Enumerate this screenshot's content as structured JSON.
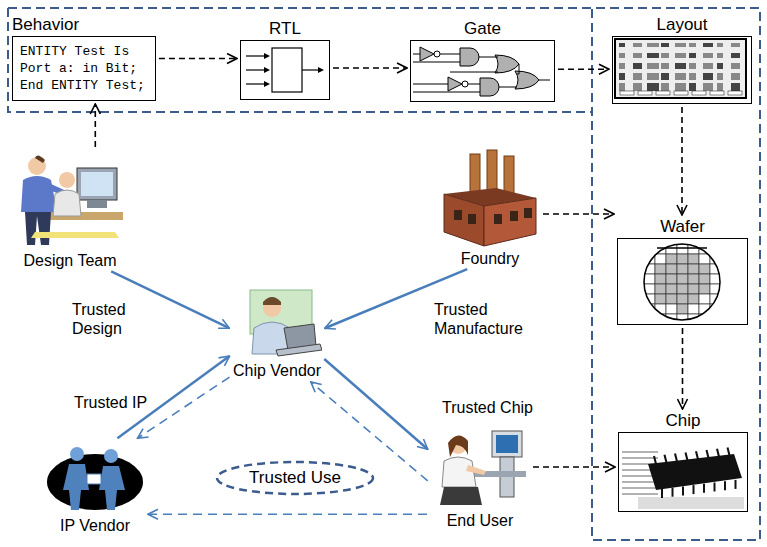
{
  "diagram": {
    "nodes": [
      {
        "text": [
          "Behavior",
          "ENTITY Test Is Port a: in Bit; End ENTITY Test;"
        ]
      },
      {
        "text": [
          "RTL"
        ]
      },
      {
        "text": [
          "Gate"
        ]
      },
      {
        "text": [
          "Layout"
        ]
      },
      {
        "text": [
          "Wafer"
        ]
      },
      {
        "text": [
          "Chip"
        ]
      },
      {
        "text": [
          "Design Team"
        ]
      },
      {
        "text": [
          "Foundry"
        ]
      },
      {
        "text": [
          "Chip Vendor"
        ]
      },
      {
        "text": [
          "IP Vendor"
        ]
      },
      {
        "text": [
          "End User"
        ]
      },
      {
        "text": [
          "Trusted Use"
        ]
      }
    ],
    "edges": [
      {
        "from": 0,
        "to": 1,
        "arrow": "to"
      },
      {
        "from": 1,
        "to": 2,
        "arrow": "to"
      },
      {
        "from": 2,
        "to": 3,
        "arrow": "to"
      },
      {
        "from": 3,
        "to": 4,
        "arrow": "to"
      },
      {
        "from": 4,
        "to": 5,
        "arrow": "to"
      },
      {
        "from": 7,
        "to": 4,
        "arrow": "to"
      },
      {
        "from": 6,
        "to": 0,
        "arrow": "to"
      },
      {
        "from": 10,
        "to": 5,
        "arrow": "to"
      },
      {
        "from": 6,
        "to": 8,
        "arrow": "to",
        "label": "Trusted Design"
      },
      {
        "from": 7,
        "to": 8,
        "arrow": "to",
        "label": "Trusted Manufacture"
      },
      {
        "from": 9,
        "to": 8,
        "arrow": "to",
        "label": "Trusted IP"
      },
      {
        "from": 8,
        "to": 9,
        "arrow": "to"
      },
      {
        "from": 8,
        "to": 10,
        "arrow": "to",
        "label": "Trusted Chip"
      },
      {
        "from": 10,
        "to": 8,
        "arrow": "to"
      },
      {
        "from": 10,
        "to": 9,
        "arrow": "to"
      }
    ]
  }
}
